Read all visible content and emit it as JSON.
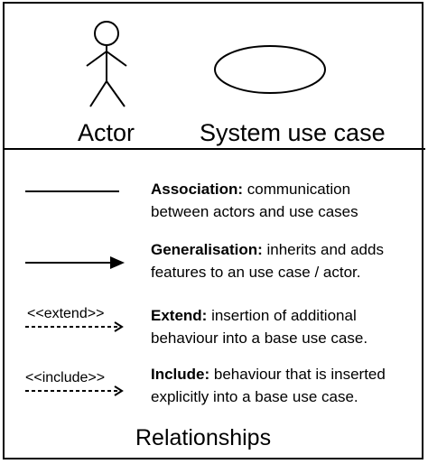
{
  "notation": {
    "actor_label": "Actor",
    "use_case_label": "System use case"
  },
  "relationships": {
    "section_title": "Relationships",
    "items": [
      {
        "term": "Association:",
        "description": " communication between actors and use cases"
      },
      {
        "term": "Generalisation:",
        "description": " inherits and adds features to an use case / actor."
      },
      {
        "term": "Extend:",
        "description": " insertion of additional behaviour into a base use case.",
        "stereotype": "<<extend>>"
      },
      {
        "term": "Include:",
        "description": " behaviour that is inserted explicitly into a base use case.",
        "stereotype": "<<include>>"
      }
    ]
  }
}
